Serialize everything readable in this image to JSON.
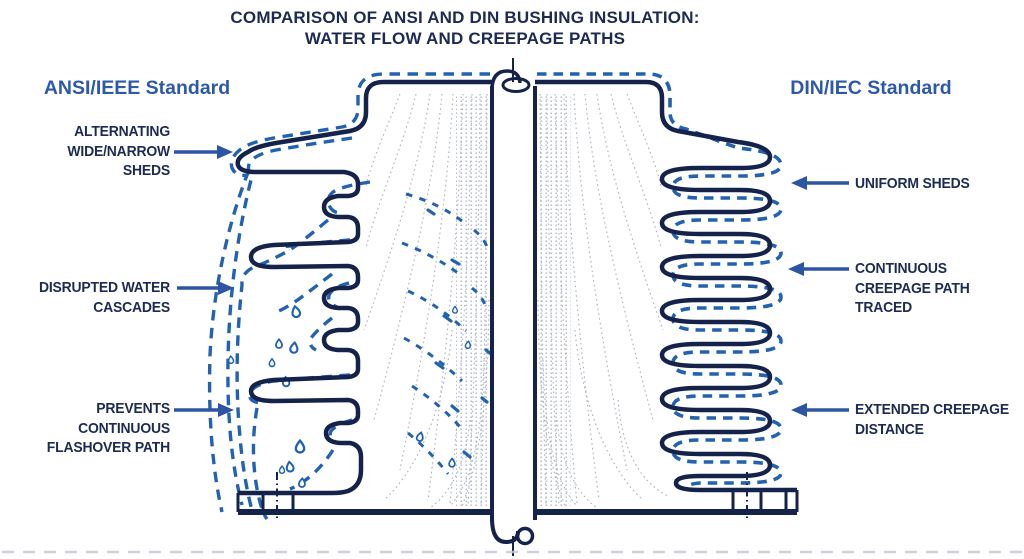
{
  "title": {
    "line1": "COMPARISON OF ANSI AND DIN BUSHING INSULATION:",
    "line2": "WATER FLOW AND CREEPAGE PATHS"
  },
  "left_panel": {
    "header": "ANSI/IEEE Standard",
    "callouts": {
      "sheds": "ALTERNATING\nWIDE/NARROW\nSHEDS",
      "cascades": "DISRUPTED WATER\nCASCADES",
      "flashover": "PREVENTS\nCONTINUOUS\nFLASHOVER PATH"
    }
  },
  "right_panel": {
    "header": "DIN/IEC Standard",
    "callouts": {
      "sheds": "UNIFORM SHEDS",
      "creepage": "CONTINUOUS\nCREEPAGE PATH\nTRACED",
      "distance": "EXTENDED CREEPAGE\nDISTANCE"
    }
  },
  "diagram": {
    "left_bushing_type": "ANSI/IEEE alternating wide and narrow sheds",
    "right_bushing_type": "DIN/IEC uniform sheds",
    "dashed_lines_meaning": "water flow / creepage path",
    "dotted_lines_meaning": "electric field lines"
  },
  "colors": {
    "background": "#ffffff",
    "outline_navy": "#15224a",
    "text_navy": "#1d2a52",
    "header_blue": "#2e59a8",
    "water_blue": "#2262b0",
    "arrow_blue": "#2d55a3",
    "field_line_gray": "#a9afc1"
  }
}
